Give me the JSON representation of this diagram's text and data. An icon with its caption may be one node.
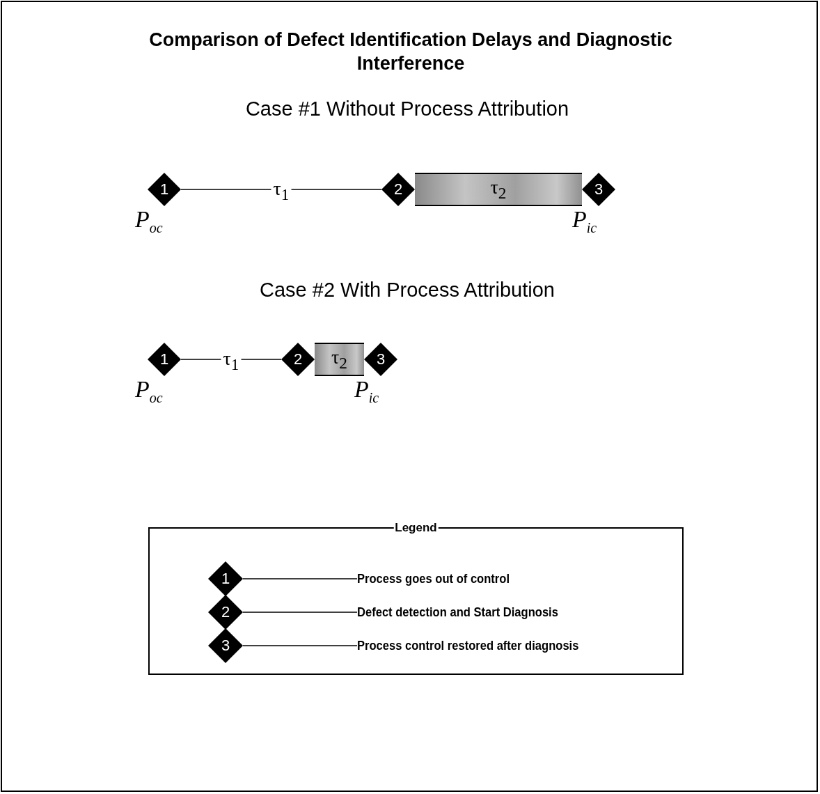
{
  "diagram": {
    "title": "Comparison of Defect Identification Delays and Diagnostic Interference",
    "nodes": [
      {
        "text": [
          "1"
        ],
        "beside": [
          "P$_{oc}$"
        ]
      },
      {
        "text": [
          "2"
        ]
      },
      {
        "text": [
          "τ$_{2}$"
        ]
      },
      {
        "text": [
          "3"
        ],
        "beside": [
          "P$_{ic}$"
        ]
      },
      {
        "text": [
          "1"
        ],
        "beside": [
          "P$_{oc}$"
        ]
      },
      {
        "text": [
          "2"
        ]
      },
      {
        "text": [
          "τ$_{2}$"
        ]
      },
      {
        "text": [
          "3"
        ],
        "beside": [
          "P$_{ic}$"
        ]
      },
      {
        "text": [
          "Legend"
        ]
      },
      {
        "text": [
          "1"
        ],
        "in": 8
      },
      {
        "text": [
          "Process goes out of control"
        ],
        "in": 8
      },
      {
        "text": [
          "2"
        ],
        "in": 8
      },
      {
        "text": [
          "Defect detection and Start Diagnosis"
        ],
        "in": 8
      },
      {
        "text": [
          "3"
        ],
        "in": 8
      },
      {
        "text": [
          "Process control restored after diagnosis"
        ],
        "in": 8
      }
    ],
    "edges": [
      {
        "from": 0,
        "to": 1,
        "arrow": "none",
        "label": "τ$_{1}$"
      },
      {
        "from": 4,
        "to": 5,
        "arrow": "none",
        "label": "τ$_{1}$"
      },
      {
        "from": 9,
        "to": 10,
        "arrow": "none"
      },
      {
        "from": 11,
        "to": 12,
        "arrow": "none"
      },
      {
        "from": 13,
        "to": 14,
        "arrow": "none"
      }
    ],
    "labels": [
      "Case #1 Without Process Attribution",
      "Case #2 With Process Attribution"
    ]
  }
}
